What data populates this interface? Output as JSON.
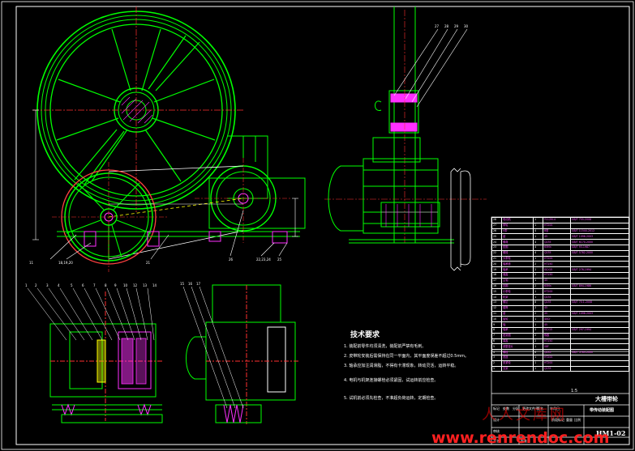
{
  "technical_requirements": {
    "title": "技术要求",
    "lines": [
      "1. 装配前零件均须清洗，装配前严禁有毛刺。",
      "2. 皮带轮安装后需保持在同一平面内，其平面度误差不超过0.5mm。",
      "3. 轴承应加注润滑脂，不得有卡滞现象，转动灵活，运转平稳。",
      "4. 电机与机架连接螺栓必须紧固，试运转前应检查。",
      "5. 试机前必须先检查，不准超负荷运转，定期检查。"
    ]
  },
  "bom_rows": [
    [
      "28",
      "电动机",
      "1",
      "Y112M-4",
      "GB/T 755-2008"
    ],
    [
      "27",
      "带轮",
      "1",
      "HT200",
      ""
    ],
    [
      "26",
      "V带",
      "4",
      "B型",
      "GB/T 11544-2012"
    ],
    [
      "25",
      "键",
      "1",
      "45",
      "GB/T 1096-2003"
    ],
    [
      "24",
      "螺母",
      "4",
      "Q235",
      "GB/T 6170-2000"
    ],
    [
      "23",
      "垫圈",
      "4",
      "65Mn",
      "GB/T 93-1987"
    ],
    [
      "22",
      "螺栓",
      "4",
      "Q235",
      "GB/T 5782-2000"
    ],
    [
      "21",
      "大带轮",
      "1",
      "HT200",
      ""
    ],
    [
      "20",
      "轴承座",
      "2",
      "HT150",
      ""
    ],
    [
      "19",
      "轴承",
      "2",
      "GCr15",
      "GB/T 276-1994"
    ],
    [
      "18",
      "端盖",
      "2",
      "HT150",
      ""
    ],
    [
      "17",
      "主轴",
      "1",
      "45",
      ""
    ],
    [
      "16",
      "挡圈",
      "2",
      "65Mn",
      "GB/T 894-1986"
    ],
    [
      "15",
      "小带轮",
      "1",
      "HT200",
      ""
    ],
    [
      "14",
      "机架",
      "1",
      "Q235",
      ""
    ],
    [
      "13",
      "螺钉",
      "8",
      "Q235",
      "GB/T 70.1-2008"
    ],
    [
      "12",
      "套筒",
      "2",
      "45",
      ""
    ],
    [
      "11",
      "键",
      "2",
      "45",
      "GB/T 1096-2003"
    ],
    [
      "10",
      "齿轮",
      "1",
      "40Cr",
      ""
    ],
    [
      "9",
      "轴",
      "1",
      "45",
      ""
    ],
    [
      "8",
      "轴承",
      "2",
      "GCr15",
      "GB/T 297-1994"
    ],
    [
      "7",
      "密封圈",
      "2",
      "橡胶",
      ""
    ],
    [
      "6",
      "端盖",
      "2",
      "HT150",
      ""
    ],
    [
      "5",
      "调整垫片",
      "1",
      "08F",
      ""
    ],
    [
      "4",
      "螺栓",
      "6",
      "Q235",
      "GB/T 5783-2000"
    ],
    [
      "3",
      "底座",
      "1",
      "HT200",
      ""
    ],
    [
      "2",
      "张紧轮",
      "1",
      "HT200",
      ""
    ],
    [
      "1",
      "支架",
      "1",
      "Q235",
      ""
    ]
  ],
  "title_block": {
    "drawing_name": "大槽带轮",
    "assembly_name": "带传动装配图",
    "drawing_number": "HM1-02",
    "labels": [
      "标记",
      "处数",
      "分区",
      "更改文件号",
      "签名",
      "年月日",
      "设计",
      "审核",
      "工艺",
      "批准",
      "阶段标记",
      "重量",
      "比例"
    ],
    "scale": "1:5"
  },
  "part_labels": {
    "front": [
      "11",
      "18,19,20",
      "21",
      "26",
      "22,23,24",
      "25"
    ],
    "side": [
      "27",
      "28",
      "29",
      "30"
    ],
    "bottom_left": [
      "1",
      "2",
      "3",
      "4",
      "5",
      "6",
      "7",
      "8",
      "9",
      "10",
      "12",
      "13",
      "14"
    ],
    "bottom_mid": [
      "15",
      "16",
      "17"
    ]
  },
  "watermark": {
    "cn": "人人文库网",
    "url": "www.renrendoc.com"
  },
  "colors": {
    "outline": "#00ff00",
    "center": "#ff3030",
    "hatch": "#ff30ff",
    "dimension": "#ffffff",
    "hidden": "#ffff00"
  }
}
